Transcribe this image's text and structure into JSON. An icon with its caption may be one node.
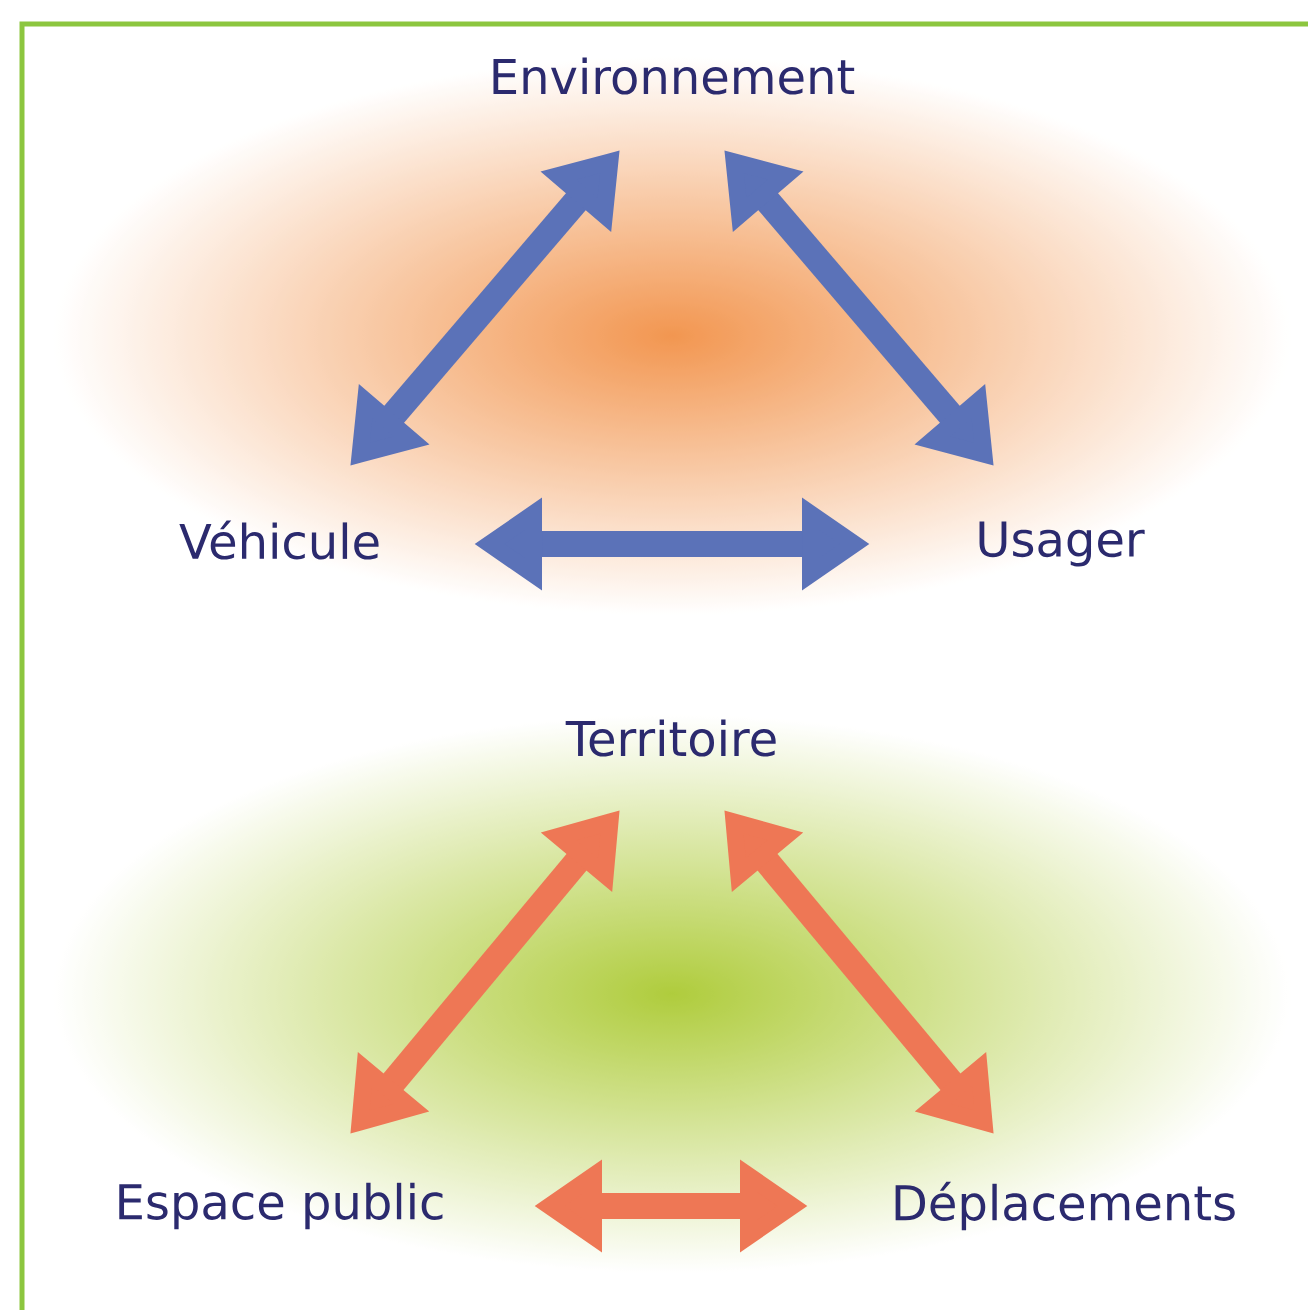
{
  "diagram": {
    "nodes": [
      {
        "text": [
          "Environnement"
        ]
      },
      {
        "text": [
          "Véhicule"
        ]
      },
      {
        "text": [
          "Usager"
        ]
      },
      {
        "text": [
          "Territoire"
        ]
      },
      {
        "text": [
          "Espace public"
        ]
      },
      {
        "text": [
          "Déplacements"
        ]
      }
    ],
    "edges": [
      {
        "from": 0,
        "to": 1,
        "arrow": "both",
        "color": "#5b72b8"
      },
      {
        "from": 0,
        "to": 2,
        "arrow": "both",
        "color": "#5b72b8"
      },
      {
        "from": 1,
        "to": 2,
        "arrow": "both",
        "color": "#5b72b8"
      },
      {
        "from": 3,
        "to": 4,
        "arrow": "both",
        "color": "#ee7755"
      },
      {
        "from": 3,
        "to": 5,
        "arrow": "both",
        "color": "#ee7755"
      },
      {
        "from": 4,
        "to": 5,
        "arrow": "both",
        "color": "#ee7755"
      }
    ]
  }
}
